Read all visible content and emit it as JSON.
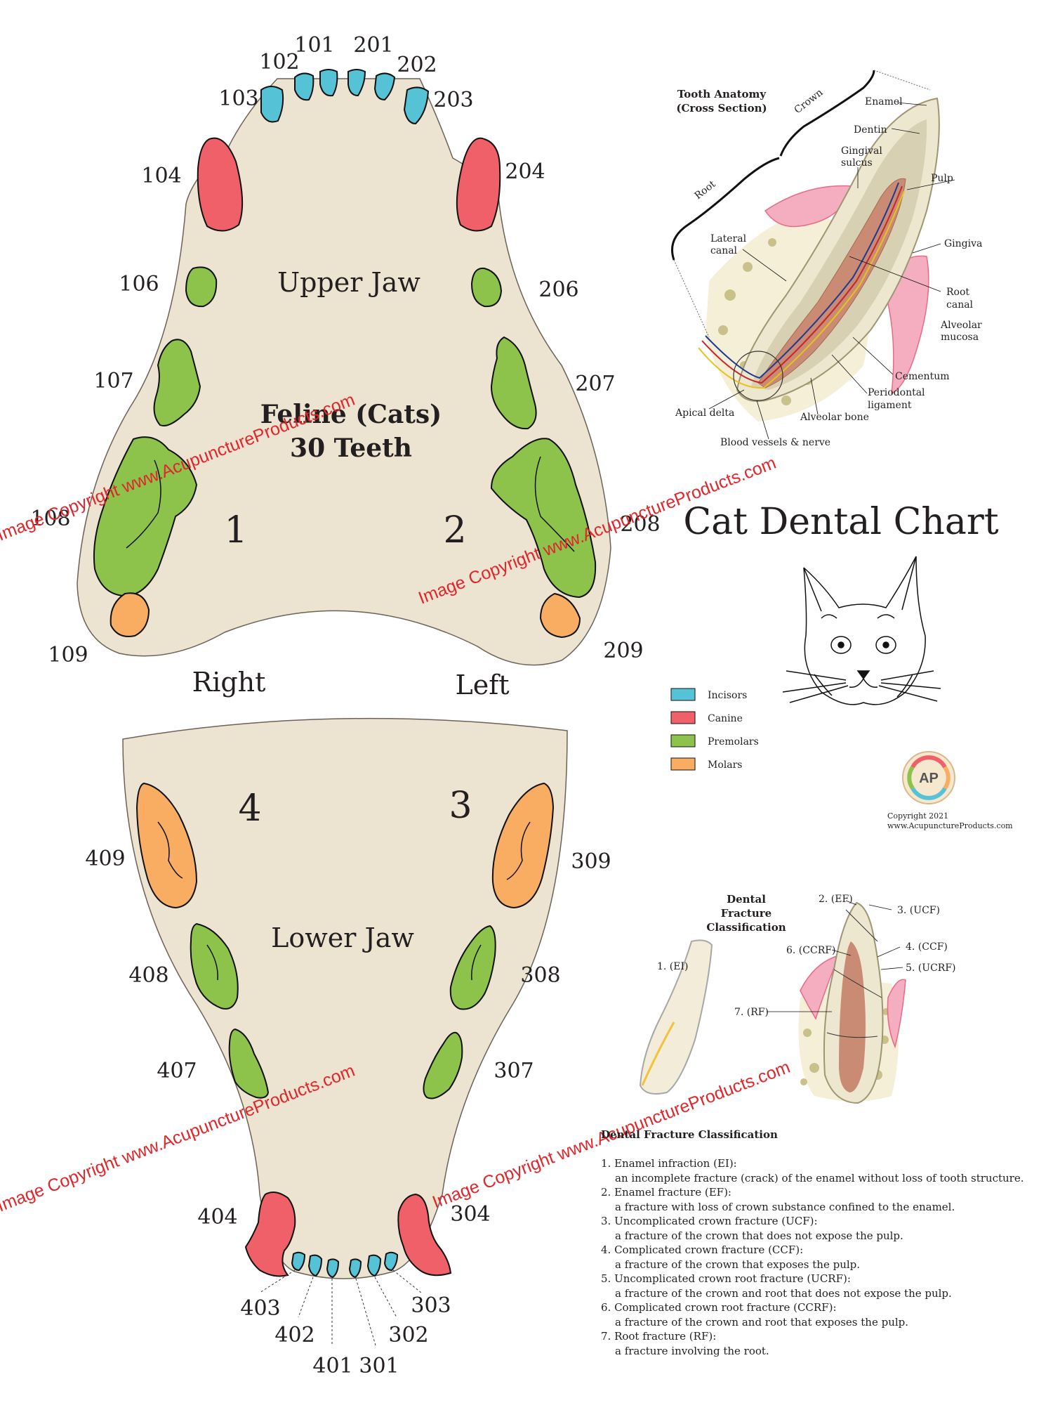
{
  "title": "Cat Dental Chart",
  "feline": {
    "line1": "Feline (Cats)",
    "line2": "30 Teeth"
  },
  "jaws": {
    "upper": "Upper Jaw",
    "lower": "Lower Jaw"
  },
  "sides": {
    "right": "Right",
    "left": "Left"
  },
  "quadrants": {
    "q1": "1",
    "q2": "2",
    "q3": "3",
    "q4": "4"
  },
  "teeth_upper": [
    "101",
    "102",
    "103",
    "104",
    "106",
    "107",
    "108",
    "109",
    "201",
    "202",
    "203",
    "204",
    "206",
    "207",
    "208",
    "209"
  ],
  "teeth_lower": [
    "301",
    "302",
    "303",
    "304",
    "307",
    "308",
    "309",
    "401",
    "402",
    "403",
    "404",
    "407",
    "408",
    "409"
  ],
  "colors": {
    "incisor": "#55c2d6",
    "canine": "#ef6068",
    "premolar": "#8dc34a",
    "molar": "#f9ad63",
    "jaw": "#ece3d1",
    "watermark": "#e0262b"
  },
  "legend": [
    {
      "label": "Incisors",
      "color": "#55c2d6"
    },
    {
      "label": "Canine",
      "color": "#ef6068"
    },
    {
      "label": "Premolars",
      "color": "#8dc34a"
    },
    {
      "label": "Molars",
      "color": "#f9ad63"
    }
  ],
  "anatomy": {
    "title1": "Tooth Anatomy",
    "title2": "(Cross Section)",
    "crown": "Crown",
    "root": "Root",
    "enamel": "Enamel",
    "dentin": "Dentin",
    "gingival_sulcus1": "Gingival",
    "gingival_sulcus2": "sulcus",
    "pulp": "Pulp",
    "lateral_canal1": "Lateral",
    "lateral_canal2": "canal",
    "gingiva": "Gingiva",
    "root_canal1": "Root",
    "root_canal2": "canal",
    "alveolar_mucosa1": "Alveolar",
    "alveolar_mucosa2": "mucosa",
    "cementum": "Cementum",
    "periodontal1": "Periodontal",
    "periodontal2": "ligament",
    "apical_delta": "Apical delta",
    "alveolar_bone": "Alveolar bone",
    "vessels": "Blood vessels & nerve"
  },
  "copyright": {
    "line1": "Copyright 2021",
    "line2": "www.AcupunctureProducts.com",
    "logo_text": "AP"
  },
  "fracture_diagram": {
    "title1": "Dental",
    "title2": "Fracture",
    "title3": "Classification",
    "ei": "1. (EI)",
    "ef": "2. (EF)",
    "ucf": "3. (UCF)",
    "ccf": "4. (CCF)",
    "ucrf": "5. (UCRF)",
    "ccrf": "6. (CCRF)",
    "rf": "7. (RF)"
  },
  "classification": {
    "title": "Dental Fracture Classification",
    "items": [
      {
        "term": "1. Enamel infraction (EI):",
        "desc": "an incomplete fracture (crack) of the enamel without loss of tooth structure."
      },
      {
        "term": "2. Enamel fracture (EF):",
        "desc": "a fracture with loss of crown substance confined to the enamel."
      },
      {
        "term": "3. Uncomplicated crown fracture (UCF):",
        "desc": "a fracture of the crown that does not expose the pulp."
      },
      {
        "term": "4. Complicated crown fracture (CCF):",
        "desc": "a fracture of the crown that exposes the pulp."
      },
      {
        "term": "5. Uncomplicated crown root fracture (UCRF):",
        "desc": "a fracture of the crown and root that does not expose the pulp."
      },
      {
        "term": "6. Complicated crown root fracture (CCRF):",
        "desc": "a fracture of the crown and root that exposes the pulp."
      },
      {
        "term": "7. Root fracture (RF):",
        "desc": "a fracture involving the root."
      }
    ]
  },
  "watermark": "Image Copyright www.AcupunctureProducts.com"
}
